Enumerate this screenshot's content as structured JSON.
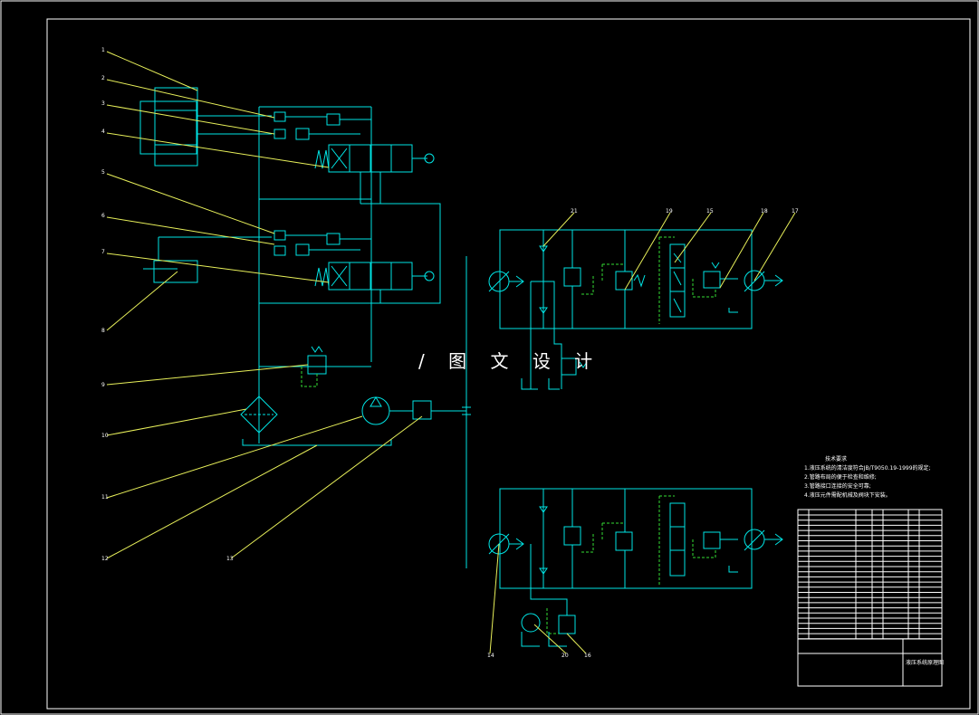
{
  "drawing": {
    "watermark": "图 文 设 计",
    "watermark_prefix": "/",
    "tech_notes": {
      "title": "技术要求",
      "items": [
        "1.液压系统的清洁度符合JB/T9050.19-1999的规定;",
        "2.管路布局的便于检查和维修;",
        "3.管路接口连接的安全可靠;",
        "4.液压元件需配机械及阀块下安装。"
      ]
    },
    "callouts": [
      "1",
      "2",
      "3",
      "4",
      "5",
      "6",
      "7",
      "8",
      "9",
      "10",
      "11",
      "12",
      "13",
      "14",
      "15",
      "16",
      "17",
      "18",
      "19",
      "20",
      "21"
    ],
    "title_block": {
      "drawing_name": "液压系统原理图"
    },
    "colors": {
      "background": "#000000",
      "lines": "#00e5e5",
      "leaders": "#e8f05a",
      "frame": "#ffffff",
      "dashed": "#33dd33"
    }
  }
}
